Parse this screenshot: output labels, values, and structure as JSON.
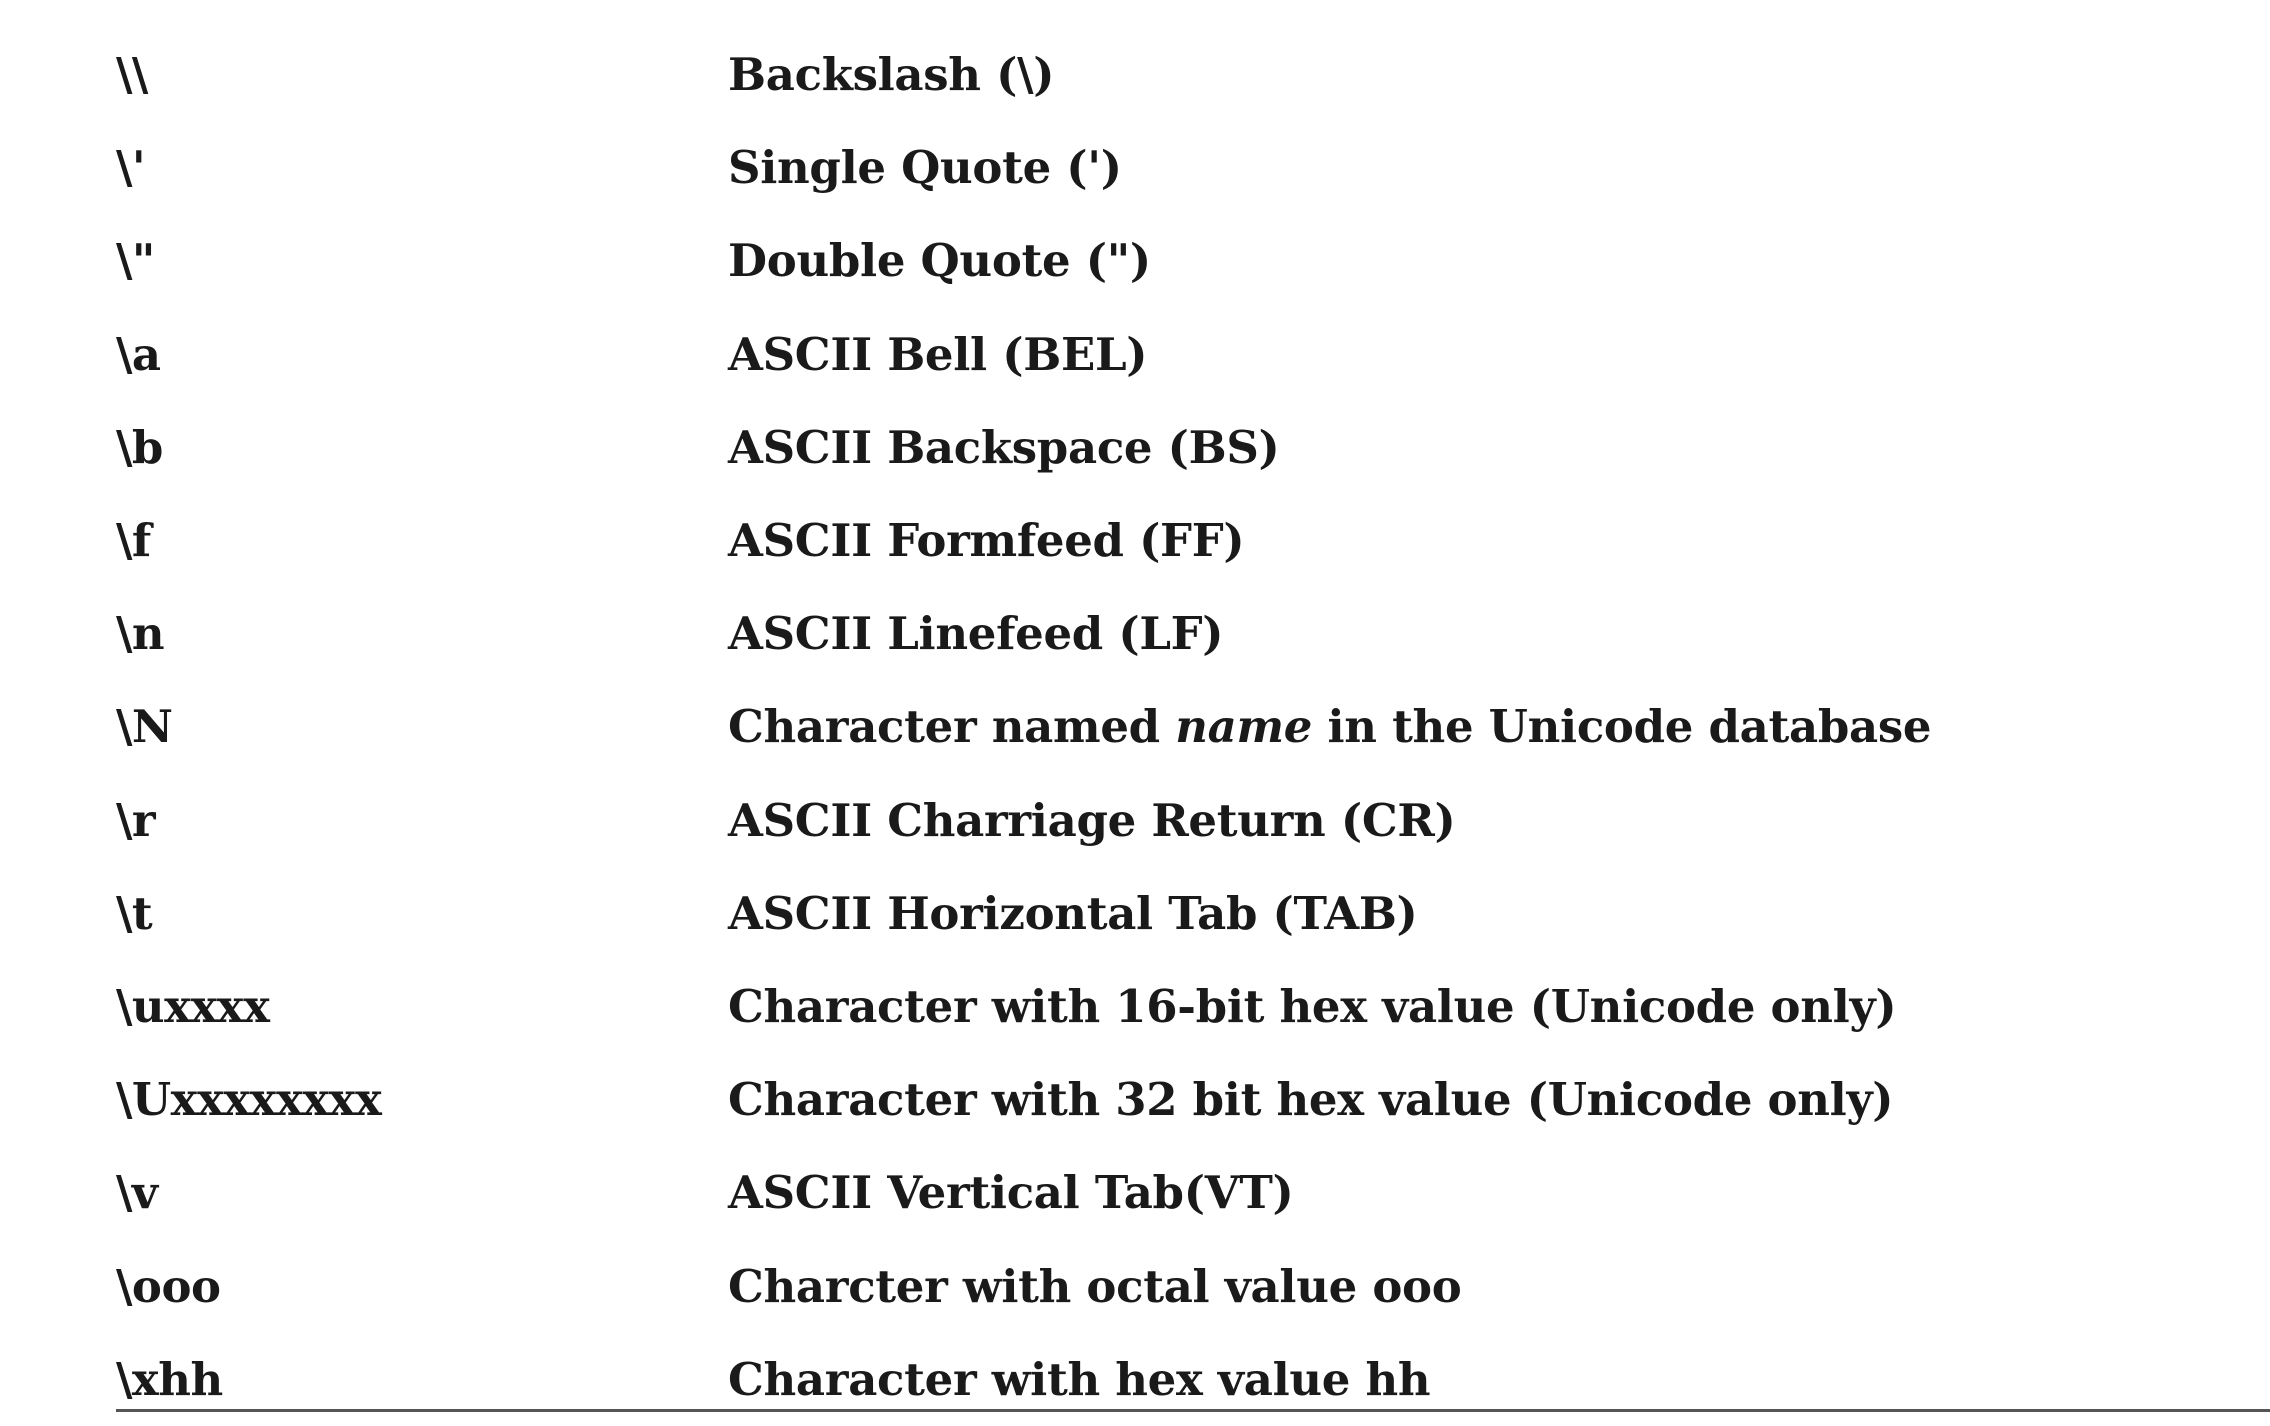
{
  "rows": [
    {
      "code": "\\\\",
      "desc": "Backslash (\\)"
    },
    {
      "code": "\\'",
      "desc": "Single Quote (')"
    },
    {
      "code": "\\\"",
      "desc": "Double Quote (\")"
    },
    {
      "code": "\\a",
      "desc": "ASCII Bell (BEL)"
    },
    {
      "code": "\\b",
      "desc": "ASCII Backspace (BS)"
    },
    {
      "code": "\\f",
      "desc": "ASCII Formfeed (FF)"
    },
    {
      "code": "\\n",
      "desc": "ASCII Linefeed (LF)"
    },
    {
      "code": "\\N",
      "desc_before": "Character named ",
      "desc_em": "name",
      "desc_after": " in the Unicode database"
    },
    {
      "code": "\\r",
      "desc": "ASCII Charriage Return (CR)"
    },
    {
      "code": "\\t",
      "desc": "ASCII Horizontal Tab (TAB)"
    },
    {
      "code": "\\uxxxx",
      "desc": "Character with 16-bit hex value (Unicode only)"
    },
    {
      "code": "\\Uxxxxxxxx",
      "desc": "Character with 32 bit hex value (Unicode only)"
    },
    {
      "code": "\\v",
      "desc": "ASCII Vertical Tab(VT)"
    },
    {
      "code": "\\ooo",
      "desc": "Charcter with octal value ooo"
    },
    {
      "code": "\\xhh",
      "desc": "Character with hex value hh"
    }
  ]
}
